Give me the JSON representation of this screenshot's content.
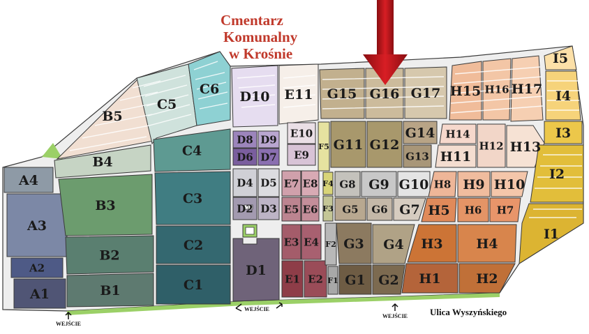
{
  "title": {
    "line1": "Cmentarz",
    "line2": "Komunalny",
    "line3": "w Krośnie"
  },
  "street_label": "Ulica Wyszyńskiego",
  "entrances": [
    "WEJŚCIE",
    "WEJŚCIE",
    "WEJŚCIE"
  ],
  "colors": {
    "title": "#c0392b",
    "arrow": "#c0161c",
    "outline": "#3a3a3a",
    "green_border": "#9bd067"
  },
  "markers": {
    "highlighted_section": "G16",
    "arrow": "down-arrow-icon"
  },
  "sections": [
    {
      "id": "A4",
      "fill": "#8e9aa6"
    },
    {
      "id": "A3",
      "fill": "#7c88a6"
    },
    {
      "id": "A2",
      "fill": "#4e5a86"
    },
    {
      "id": "A1",
      "fill": "#505575"
    },
    {
      "id": "B5",
      "fill": "#f1dfd2"
    },
    {
      "id": "B4",
      "fill": "#c6d4c4"
    },
    {
      "id": "B3",
      "fill": "#6c9c6e"
    },
    {
      "id": "B2",
      "fill": "#5a7f70"
    },
    {
      "id": "B1",
      "fill": "#5e7a70"
    },
    {
      "id": "C5",
      "fill": "#cfe2dc"
    },
    {
      "id": "C6",
      "fill": "#8ed1d3"
    },
    {
      "id": "C4",
      "fill": "#5e9a92"
    },
    {
      "id": "C3",
      "fill": "#407d82"
    },
    {
      "id": "C2",
      "fill": "#346870"
    },
    {
      "id": "C1",
      "fill": "#2f5f68"
    },
    {
      "id": "D10",
      "fill": "#e6ddf0"
    },
    {
      "id": "D9",
      "fill": "#b9a6d0"
    },
    {
      "id": "D8",
      "fill": "#9c85bc"
    },
    {
      "id": "D7",
      "fill": "#8a6fb0"
    },
    {
      "id": "D6",
      "fill": "#7a5e9e"
    },
    {
      "id": "D5",
      "fill": "#dcdce0"
    },
    {
      "id": "D4",
      "fill": "#d0d0d6"
    },
    {
      "id": "D3",
      "fill": "#bdb4c6"
    },
    {
      "id": "D2",
      "fill": "#a39ab0"
    },
    {
      "id": "D1",
      "fill": "#6f6379"
    },
    {
      "id": "E11",
      "fill": "#f6efe9"
    },
    {
      "id": "E10",
      "fill": "#eadfe6"
    },
    {
      "id": "E9",
      "fill": "#d8c3d6"
    },
    {
      "id": "E8",
      "fill": "#d8aab4"
    },
    {
      "id": "E7",
      "fill": "#d0a0ab"
    },
    {
      "id": "E6",
      "fill": "#c48e9a"
    },
    {
      "id": "E5",
      "fill": "#bc8490"
    },
    {
      "id": "E4",
      "fill": "#a86070"
    },
    {
      "id": "E3",
      "fill": "#a45c6a"
    },
    {
      "id": "E2",
      "fill": "#9a4c58"
    },
    {
      "id": "E1",
      "fill": "#8e3d48"
    },
    {
      "id": "F5",
      "fill": "#e6e2a0"
    },
    {
      "id": "F4",
      "fill": "#d8d478"
    },
    {
      "id": "F3",
      "fill": "#c4c696"
    },
    {
      "id": "F2",
      "fill": "#b8b8b8"
    },
    {
      "id": "F1",
      "fill": "#a8a8a8"
    },
    {
      "id": "G17",
      "fill": "#d6c8ad"
    },
    {
      "id": "G16",
      "fill": "#ccbb9c"
    },
    {
      "id": "G15",
      "fill": "#c2b08e"
    },
    {
      "id": "G14",
      "fill": "#b8a486"
    },
    {
      "id": "G13",
      "fill": "#a89678"
    },
    {
      "id": "G12",
      "fill": "#a8986c"
    },
    {
      "id": "G11",
      "fill": "#a8986c"
    },
    {
      "id": "G10",
      "fill": "#e4e4e4"
    },
    {
      "id": "G9",
      "fill": "#c8c8c8"
    },
    {
      "id": "G8",
      "fill": "#c4c2bc"
    },
    {
      "id": "G7",
      "fill": "#d6ccc0"
    },
    {
      "id": "G6",
      "fill": "#c4b8a8"
    },
    {
      "id": "G5",
      "fill": "#b8a890"
    },
    {
      "id": "G4",
      "fill": "#b0a286"
    },
    {
      "id": "G3",
      "fill": "#8c7a60"
    },
    {
      "id": "G2",
      "fill": "#7c6a50"
    },
    {
      "id": "G1",
      "fill": "#6e5c44"
    },
    {
      "id": "H17",
      "fill": "#f6cfb2"
    },
    {
      "id": "H16",
      "fill": "#f3c6a6"
    },
    {
      "id": "H15",
      "fill": "#f0bc9a"
    },
    {
      "id": "H14",
      "fill": "#f6d8cc"
    },
    {
      "id": "H13",
      "fill": "#f6e2d4"
    },
    {
      "id": "H12",
      "fill": "#f2d6c8"
    },
    {
      "id": "H11",
      "fill": "#f4ddd0"
    },
    {
      "id": "H10",
      "fill": "#f4c6aa"
    },
    {
      "id": "H9",
      "fill": "#f0bc9e"
    },
    {
      "id": "H8",
      "fill": "#eeb698"
    },
    {
      "id": "H7",
      "fill": "#e8956a"
    },
    {
      "id": "H6",
      "fill": "#e49466"
    },
    {
      "id": "H5",
      "fill": "#e08a5a"
    },
    {
      "id": "H4",
      "fill": "#d8854c"
    },
    {
      "id": "H3",
      "fill": "#cc7436"
    },
    {
      "id": "H2",
      "fill": "#c07038"
    },
    {
      "id": "H1",
      "fill": "#b4643a"
    },
    {
      "id": "I5",
      "fill": "#fce0a8"
    },
    {
      "id": "I4",
      "fill": "#f6d37a"
    },
    {
      "id": "I3",
      "fill": "#ecc74a"
    },
    {
      "id": "I2",
      "fill": "#e2be3a"
    },
    {
      "id": "I1",
      "fill": "#dcb432"
    }
  ]
}
